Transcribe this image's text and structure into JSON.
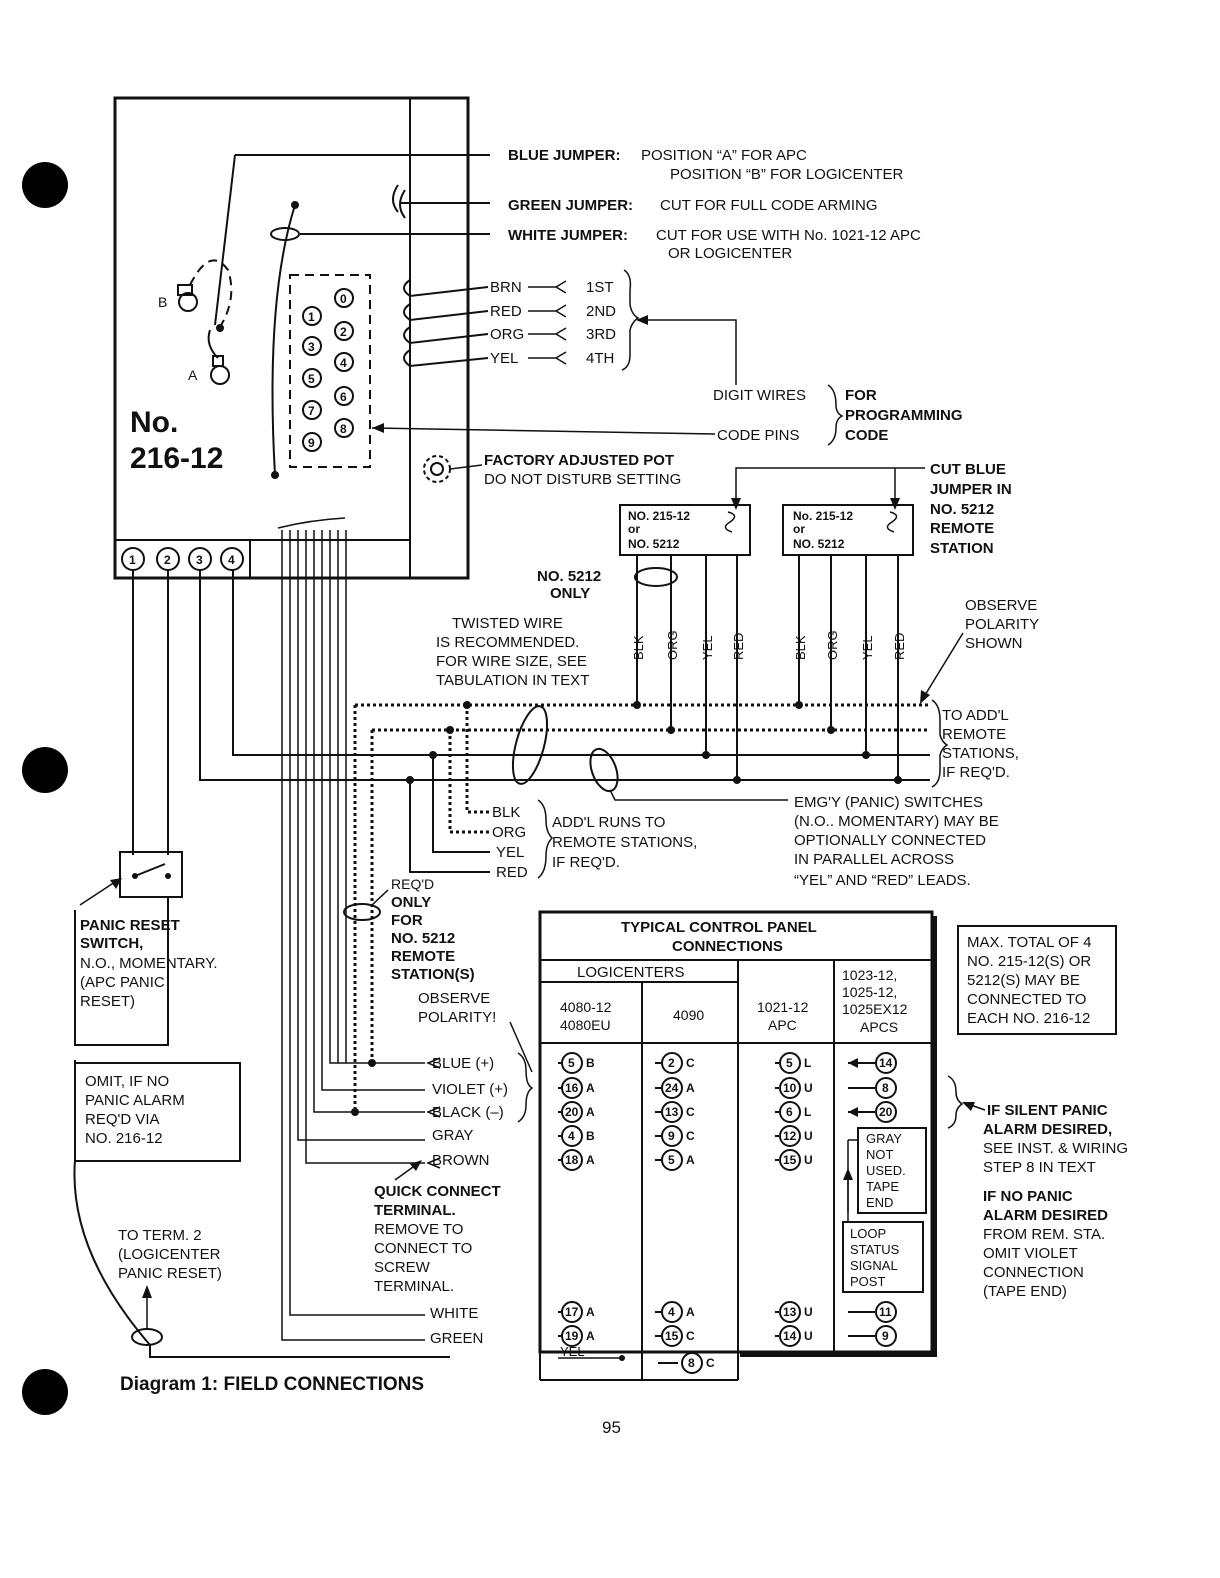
{
  "unit": {
    "model_no": "No.",
    "model_num": "216-12",
    "terminals": [
      "1",
      "2",
      "3",
      "4"
    ],
    "code_pins": [
      "0",
      "1",
      "2",
      "3",
      "4",
      "5",
      "6",
      "7",
      "8",
      "9"
    ],
    "jumper_b": "B",
    "jumper_a": "A"
  },
  "callouts": {
    "blue_jumper_title": "BLUE JUMPER:",
    "blue_jumper_line1": "POSITION “A” FOR APC",
    "blue_jumper_line2": "POSITION “B” FOR LOGICENTER",
    "green_jumper_title": "GREEN JUMPER:",
    "green_jumper_text": "CUT FOR FULL CODE ARMING",
    "white_jumper_title": "WHITE JUMPER:",
    "white_jumper_line1": "CUT FOR USE WITH No. 1021-12 APC",
    "white_jumper_line2": "OR LOGICENTER",
    "digit_wires": [
      {
        "color": "BRN",
        "digit": "1ST"
      },
      {
        "color": "RED",
        "digit": "2ND"
      },
      {
        "color": "ORG",
        "digit": "3RD"
      },
      {
        "color": "YEL",
        "digit": "4TH"
      }
    ],
    "digit_wires_label": "DIGIT WIRES",
    "code_pins_label": "CODE PINS",
    "for_programming_1": "FOR",
    "for_programming_2": "PROGRAMMING",
    "for_programming_3": "CODE",
    "pot_title": "FACTORY ADJUSTED POT",
    "pot_text": "DO NOT DISTURB SETTING",
    "cut_blue_1": "CUT BLUE",
    "cut_blue_2": "JUMPER IN",
    "cut_blue_3": "NO. 5212",
    "cut_blue_4": "REMOTE",
    "cut_blue_5": "STATION"
  },
  "stations": [
    {
      "line1": "NO. 215-12",
      "line2": "or",
      "line3": "NO. 5212"
    },
    {
      "line1": "No. 215-12",
      "line2": "or",
      "line3": "NO. 5212"
    }
  ],
  "station_wires": [
    "BLK",
    "ORG",
    "YEL",
    "RED"
  ],
  "notes": {
    "no5212_1": "NO. 5212",
    "no5212_2": "ONLY",
    "twisted_1": "TWISTED WIRE",
    "twisted_2": "IS RECOMMENDED.",
    "twisted_3": "FOR WIRE SIZE, SEE",
    "twisted_4": "TABULATION IN TEXT",
    "observe_1": "OBSERVE",
    "observe_2": "POLARITY",
    "observe_3": "SHOWN",
    "addl_1": "TO ADD'L",
    "addl_2": "REMOTE",
    "addl_3": "STATIONS,",
    "addl_4": "IF REQ'D.",
    "runs_wires": [
      "BLK",
      "ORG",
      "YEL",
      "RED"
    ],
    "runs_1": "ADD'L RUNS TO",
    "runs_2": "REMOTE STATIONS,",
    "runs_3": "IF REQ'D.",
    "emg_1": "EMG'Y (PANIC) SWITCHES",
    "emg_2": "(N.O.. MOMENTARY) MAY BE",
    "emg_3": "OPTIONALLY CONNECTED",
    "emg_4": "IN PARALLEL ACROSS",
    "emg_5": "“YEL” AND “RED” LEADS.",
    "reqd_1": "REQ'D",
    "reqd_2": "ONLY",
    "reqd_3": "FOR",
    "reqd_4": "NO. 5212",
    "reqd_5": "REMOTE",
    "reqd_6": "STATION(S)",
    "panic_reset_1": "PANIC RESET",
    "panic_reset_2": "SWITCH,",
    "panic_reset_3": "N.O., MOMENTARY.",
    "panic_reset_4": "(APC PANIC",
    "panic_reset_5": "RESET)",
    "omit_1": "OMIT, IF NO",
    "omit_2": "PANIC ALARM",
    "omit_3": "REQ'D VIA",
    "omit_4": "NO. 216-12",
    "term2_1": "TO TERM. 2",
    "term2_2": "(LOGICENTER",
    "term2_3": "PANIC RESET)",
    "observe_pol_1": "OBSERVE",
    "observe_pol_2": "POLARITY!",
    "quick_1": "QUICK CONNECT",
    "quick_2": "TERMINAL.",
    "quick_3": "REMOVE TO",
    "quick_4": "CONNECT TO",
    "quick_5": "SCREW",
    "quick_6": "TERMINAL.",
    "max_1": "MAX. TOTAL OF 4",
    "max_2": "NO. 215-12(S) OR",
    "max_3": "5212(S) MAY BE",
    "max_4": "CONNECTED TO",
    "max_5": "EACH NO. 216-12",
    "silent_1": "IF SILENT PANIC",
    "silent_2": "ALARM DESIRED,",
    "silent_3": "SEE INST. & WIRING",
    "silent_4": "STEP 8 IN TEXT",
    "nopanic_1": "IF NO PANIC",
    "nopanic_2": "ALARM DESIRED",
    "nopanic_3": "FROM REM. STA.",
    "nopanic_4": "OMIT VIOLET",
    "nopanic_5": "CONNECTION",
    "nopanic_6": "(TAPE END)"
  },
  "leads": [
    "BLUE (+)",
    "VIOLET (+)",
    "BLACK (–)",
    "GRAY",
    "BROWN",
    "WHITE",
    "GREEN"
  ],
  "table": {
    "title_1": "TYPICAL CONTROL PANEL",
    "title_2": "CONNECTIONS",
    "group_header": "LOGICENTERS",
    "columns": [
      {
        "line1": "4080-12",
        "line2": "4080EU"
      },
      {
        "line1": "4090",
        "line2": ""
      },
      {
        "line1": "1021-12",
        "line2": "APC"
      },
      {
        "line1": "1023-12,",
        "line2": "1025-12,",
        "line3": "1025EX12",
        "line4": "APCS"
      }
    ],
    "rows": [
      {
        "c1n": "5",
        "c1s": "B",
        "c2n": "2",
        "c2s": "C",
        "c3n": "5",
        "c3s": "L",
        "c4n": "14"
      },
      {
        "c1n": "16",
        "c1s": "A",
        "c2n": "24",
        "c2s": "A",
        "c3n": "10",
        "c3s": "U",
        "c4n": "8"
      },
      {
        "c1n": "20",
        "c1s": "A",
        "c2n": "13",
        "c2s": "C",
        "c3n": "6",
        "c3s": "L",
        "c4n": "20"
      },
      {
        "c1n": "4",
        "c1s": "B",
        "c2n": "9",
        "c2s": "C",
        "c3n": "12",
        "c3s": "U",
        "c4n": ""
      },
      {
        "c1n": "18",
        "c1s": "A",
        "c2n": "5",
        "c2s": "A",
        "c3n": "15",
        "c3s": "U",
        "c4n": ""
      },
      {
        "c1n": "17",
        "c1s": "A",
        "c2n": "4",
        "c2s": "A",
        "c3n": "13",
        "c3s": "U",
        "c4n": "11"
      },
      {
        "c1n": "19",
        "c1s": "A",
        "c2n": "15",
        "c2s": "C",
        "c3n": "14",
        "c3s": "U",
        "c4n": "9"
      }
    ],
    "extra_4090": {
      "n": "8",
      "s": "C"
    },
    "yel_label": "YEL",
    "gray_note": [
      "GRAY",
      "NOT",
      "USED.",
      "TAPE",
      "END"
    ],
    "loop_note": [
      "LOOP",
      "STATUS",
      "SIGNAL",
      "POST"
    ]
  },
  "caption": "Diagram 1: FIELD CONNECTIONS",
  "page_number": "95"
}
